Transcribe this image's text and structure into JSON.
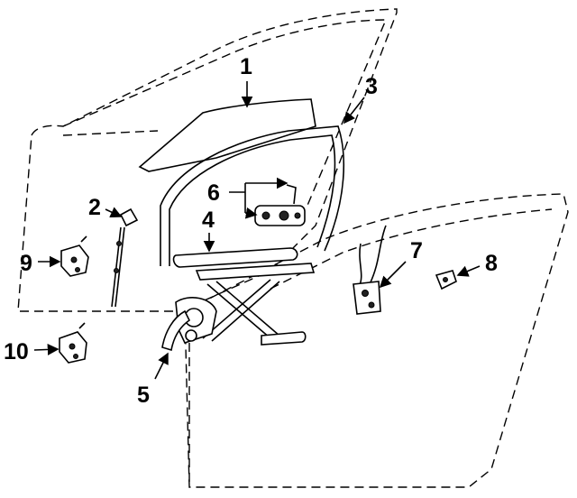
{
  "diagram": {
    "callouts": [
      {
        "id": "callout-1",
        "label": "1"
      },
      {
        "id": "callout-2",
        "label": "2"
      },
      {
        "id": "callout-3",
        "label": "3"
      },
      {
        "id": "callout-4",
        "label": "4"
      },
      {
        "id": "callout-5",
        "label": "5"
      },
      {
        "id": "callout-6",
        "label": "6"
      },
      {
        "id": "callout-7",
        "label": "7"
      },
      {
        "id": "callout-8",
        "label": "8"
      },
      {
        "id": "callout-9",
        "label": "9"
      },
      {
        "id": "callout-10",
        "label": "10"
      }
    ]
  }
}
